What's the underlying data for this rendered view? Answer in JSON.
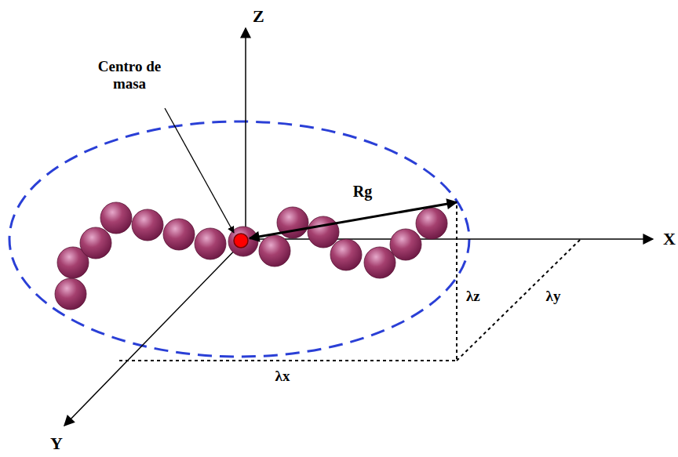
{
  "diagram": {
    "labels": [
      "Z",
      "Centro de masa",
      "Rg",
      "X",
      "λz",
      "λy",
      "λx",
      "Y"
    ]
  }
}
